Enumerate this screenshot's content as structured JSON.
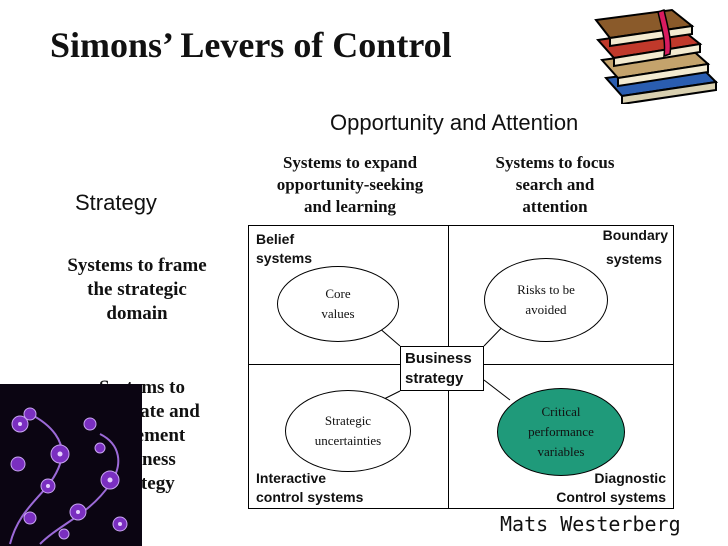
{
  "title": "Simons’ Levers of Control",
  "opportunity_header": "Opportunity and Attention",
  "strategy_header": "Strategy",
  "column_headers": {
    "left": [
      "Systems to expand",
      "opportunity-seeking",
      "and learning"
    ],
    "right": [
      "Systems to focus",
      "search and",
      "attention"
    ]
  },
  "row_labels": {
    "top": [
      "Systems to frame",
      "the strategic",
      "domain"
    ],
    "bottom": [
      "Systems to",
      "formulate and",
      "implement",
      "business",
      "strategy"
    ]
  },
  "quadrants": {
    "belief": {
      "label": [
        "Belief",
        "systems"
      ],
      "ellipse": [
        "Core",
        "values"
      ]
    },
    "boundary": {
      "label": [
        "Boundary",
        "systems"
      ],
      "ellipse": [
        "Risks to be",
        "avoided"
      ]
    },
    "interactive": {
      "label": [
        "Interactive",
        "control systems"
      ],
      "ellipse": [
        "Strategic",
        "uncertainties"
      ]
    },
    "diagnostic": {
      "label": [
        "Diagnostic",
        "Control systems"
      ],
      "ellipse": [
        "Critical",
        "performance",
        "variables"
      ]
    }
  },
  "center_box": [
    "Business",
    "strategy"
  ],
  "author": "Mats Westerberg",
  "colors": {
    "highlight_ellipse": "#1f9a7a",
    "corner_purple": "#7a2fc0",
    "corner_dark": "#0b0512"
  }
}
